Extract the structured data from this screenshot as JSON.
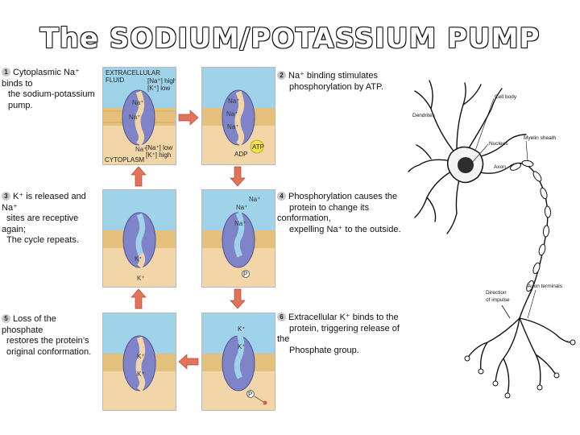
{
  "title": "The SODIUM/POTASSIUM PUMP",
  "steps": [
    {
      "num": "1",
      "lines": [
        "Cytoplasmic Na⁺ binds to",
        "the sodium-potassium",
        "pump."
      ]
    },
    {
      "num": "2",
      "lines": [
        "Na⁺ binding stimulates",
        "phosphorylation by ATP."
      ]
    },
    {
      "num": "3",
      "lines": [
        "K⁺ is released and Na⁺",
        "sites are receptive again;",
        "The cycle repeats."
      ]
    },
    {
      "num": "4",
      "lines": [
        "Phosphorylation causes the",
        "protein to change its conformation,",
        "expelling Na⁺ to the outside."
      ]
    },
    {
      "num": "5",
      "lines": [
        "Loss of the phosphate",
        "restores the protein’s",
        "original conformation."
      ]
    },
    {
      "num": "6",
      "lines": [
        "Extracellular K⁺ binds to the",
        "protein, triggering release of the",
        "Phosphate group."
      ]
    }
  ],
  "panel1": {
    "extracellular": [
      "EXTRACELLULAR",
      "FLUID"
    ],
    "cytoplasm": "CYTOPLASM",
    "na_high": "[Na⁺] high",
    "k_low": "[K⁺] low",
    "na_low": "[Na⁺] low",
    "k_high": "[K⁺] high"
  },
  "ions": {
    "na": "Na⁺",
    "k": "K⁺",
    "p": "P",
    "atp": "ATP",
    "adp": "ADP"
  },
  "neuron": {
    "labels": {
      "cell_body": "Cell body",
      "dendrites": "Dendrites",
      "nucleus": "Nucleus",
      "myelin": "Myelin sheath",
      "axon": "Axon",
      "direction": [
        "Direction",
        "of impulse"
      ],
      "terminals": "Axon terminals"
    }
  },
  "colors": {
    "membrane_top": "#9fd3ea",
    "membrane_bottom": "#f3d6a8",
    "protein": "#7f84c8",
    "arrow": "#e0735a"
  }
}
